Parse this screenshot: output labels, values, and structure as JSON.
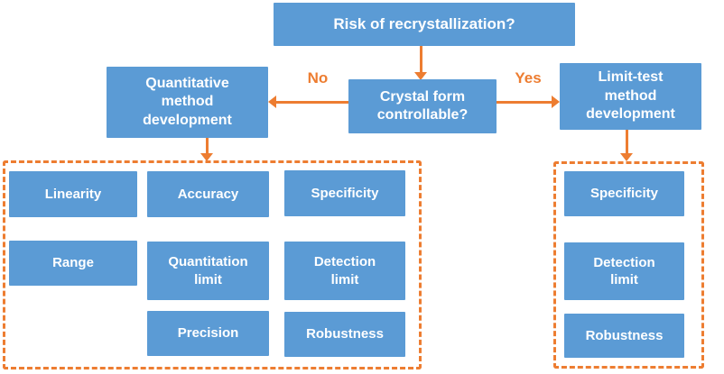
{
  "palette": {
    "node_blue": "#5B9BD5",
    "connector_orange": "#ED7D31",
    "node_text": "#FFFFFF",
    "background": "#FFFFFF"
  },
  "flowchart": {
    "type": "decision-flowchart",
    "nodes": {
      "risk": {
        "label": "Risk of recrystallization?"
      },
      "decision": {
        "label": "Crystal form controllable?"
      },
      "quantitative": {
        "label": "Quantitative method development"
      },
      "limit_test": {
        "label": "Limit-test method development"
      }
    },
    "edges": {
      "risk_to_decision": {
        "from": "risk",
        "to": "decision",
        "label": ""
      },
      "no_branch": {
        "from": "decision",
        "to": "quantitative",
        "label": "No"
      },
      "yes_branch": {
        "from": "decision",
        "to": "limit_test",
        "label": "Yes"
      },
      "quantitative_to_group": {
        "from": "quantitative",
        "to": "quantitative_group",
        "label": ""
      },
      "limit_test_to_group": {
        "from": "limit_test",
        "to": "limit_test_group",
        "label": ""
      }
    },
    "groups": {
      "quantitative_group": {
        "style": "orange-dashed",
        "items": [
          "Linearity",
          "Accuracy",
          "Specificity",
          "Range",
          "Quantitation limit",
          "Detection limit",
          "Precision",
          "Robustness"
        ]
      },
      "limit_test_group": {
        "style": "orange-dashed",
        "items": [
          "Specificity",
          "Detection limit",
          "Robustness"
        ]
      }
    }
  }
}
